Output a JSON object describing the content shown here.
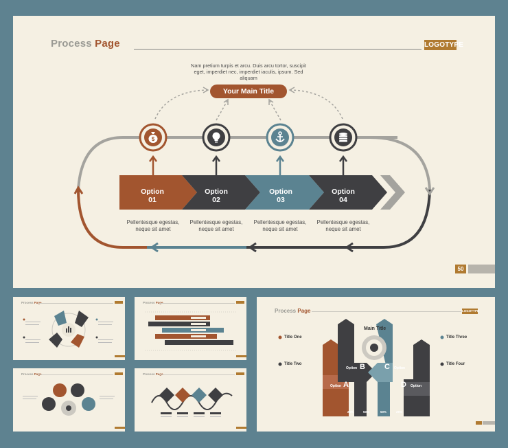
{
  "main": {
    "title_plain": "Process",
    "title_accent": "Page",
    "logotype": "LOGOTYPE",
    "description": "Nam pretium turpis et arcu. Duis arcu tortor, suscipit eget, imperdiet nec, imperdiet iaculis, ipsum. Sed aliquam",
    "main_title": "Your Main Title",
    "options": [
      {
        "name": "Option",
        "num": "01",
        "desc": "Pellentesque egestas, neque sit amet",
        "icon": "money-bag-icon"
      },
      {
        "name": "Option",
        "num": "02",
        "desc": "Pellentesque egestas, neque sit amet",
        "icon": "lightbulb-icon"
      },
      {
        "name": "Option",
        "num": "03",
        "desc": "Pellentesque egestas, neque sit amet",
        "icon": "anchor-icon"
      },
      {
        "name": "Option",
        "num": "04",
        "desc": "Pellentesque egestas, neque sit amet",
        "icon": "coin-stack-icon"
      }
    ],
    "page_number": "50"
  },
  "thumb5": {
    "title_plain": "Process",
    "title_accent": "Page",
    "logotype": "LOGOTYPE",
    "main_title": "Main Title",
    "side_titles": [
      "Title One",
      "Title Two",
      "Title Three",
      "Title Four"
    ],
    "option_word": "Option",
    "letters": [
      "A",
      "B",
      "C",
      "D"
    ],
    "percents": [
      "25%",
      "50%",
      "50%",
      "25%"
    ]
  },
  "colors": {
    "background": "#5e8290",
    "slide": "#f5f0e3",
    "brown": "#a2552f",
    "dark": "#3f3f42",
    "teal": "#5b8391",
    "gold": "#b07a30",
    "gray": "#a4a39e"
  }
}
